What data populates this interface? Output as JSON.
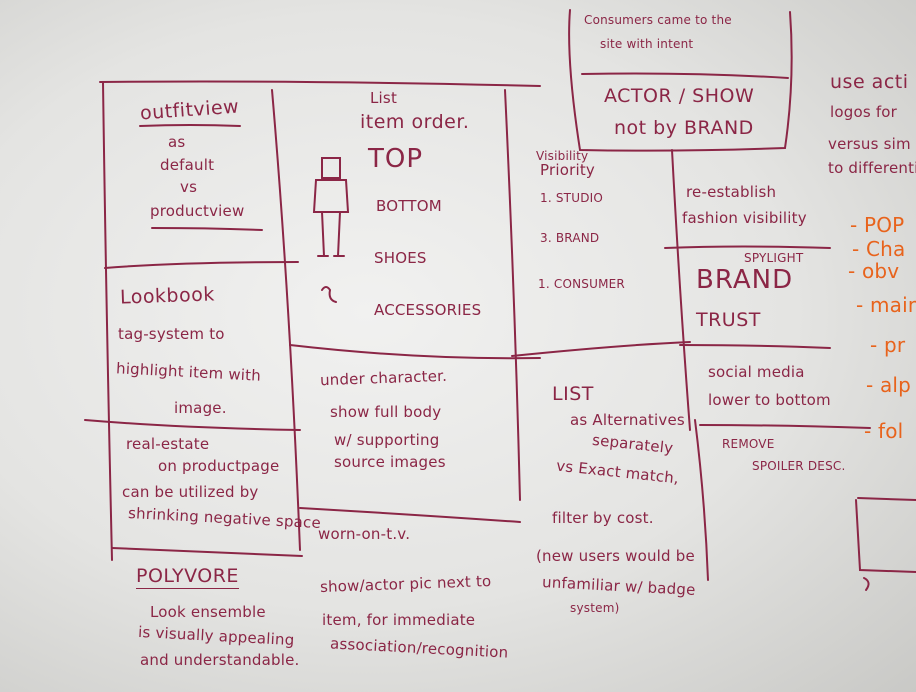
{
  "col1": {
    "outfitview_title": "outfitview",
    "outfitview_lines": [
      "as",
      "default",
      "vs",
      "productview"
    ],
    "lookbook_title": "Lookbook",
    "lookbook_lines": [
      "tag-system to",
      "highlight item with",
      "image."
    ],
    "realestate_lines": [
      "real-estate",
      "on productpage",
      "can be utilized by",
      "shrinking negative space"
    ],
    "polyvore_title": "POLYVORE",
    "polyvore_lines": [
      "Look ensemble",
      "is visually appealing",
      "and understandable."
    ]
  },
  "col2": {
    "list_title": [
      "List",
      "item order."
    ],
    "items": [
      "TOP",
      "BOTTOM",
      "SHOES",
      "ACCESSORIES"
    ],
    "under_lines": [
      "under character.",
      "show full body",
      "w/ supporting",
      "source images"
    ],
    "worn_title": "worn-on-t.v.",
    "worn_lines": [
      "show/actor pic next to",
      "item, for immediate",
      "association/recognition"
    ]
  },
  "col3": {
    "visibility_title": [
      "Visibility",
      "Priority"
    ],
    "priorities": [
      "1. STUDIO",
      "3. BRAND",
      "1. CONSUMER"
    ],
    "list_title": "LIST",
    "list_lines": [
      "as Alternatives",
      "separately",
      "vs Exact match,"
    ],
    "filter_line": "filter by cost.",
    "paren_lines": [
      "(new users would be",
      "unfamiliar w/ badge",
      "system)"
    ]
  },
  "top_box": {
    "intent_lines": [
      "Consumers came to the",
      "site with intent"
    ],
    "actor_show": "ACTOR / SHOW",
    "not_by": "not by BRAND"
  },
  "col4": {
    "reestablish": [
      "re-establish",
      "fashion visibility"
    ],
    "spylight": "SPYLIGHT",
    "brand": "BRAND",
    "trust": "TRUST",
    "social": [
      "social media",
      "lower to bottom"
    ],
    "remove": "REMOVE",
    "spoiler": "SPOILER DESC."
  },
  "right_edge": {
    "lines": [
      "use acti",
      "logos for",
      "versus sim",
      "to differentia"
    ],
    "orange_items": [
      "- POP",
      "- Cha",
      "- obv",
      "- main",
      "- pr",
      "- alp",
      "- fol"
    ]
  }
}
